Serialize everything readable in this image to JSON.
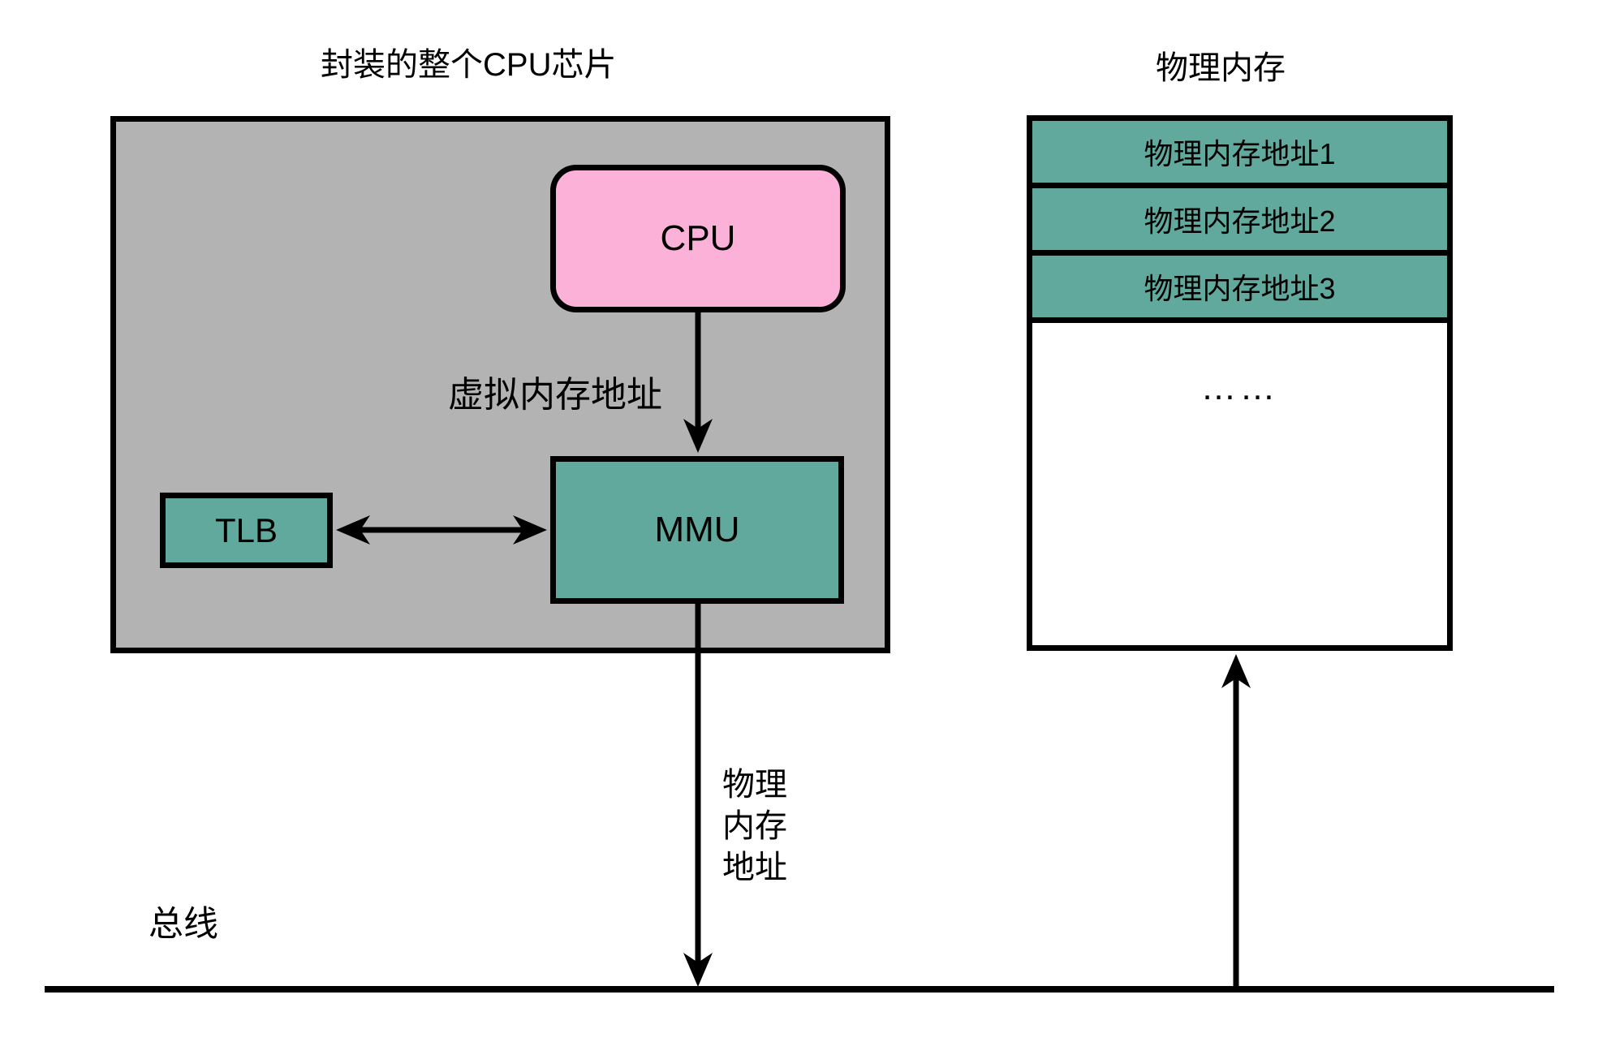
{
  "diagram": {
    "chip": {
      "title": "封装的整个CPU芯片",
      "cpu_label": "CPU",
      "mmu_label": "MMU",
      "tlb_label": "TLB",
      "virtual_address_label": "虚拟内存地址"
    },
    "memory": {
      "title": "物理内存",
      "rows": [
        "物理内存地址1",
        "物理内存地址2",
        "物理内存地址3"
      ],
      "ellipsis": "……"
    },
    "bus": {
      "label": "总线",
      "physical_address_label_lines": [
        "物理",
        "内存",
        "地址"
      ]
    },
    "colors": {
      "chip_background": "#b3b3b3",
      "block_teal": "#61a99d",
      "cpu_pink": "#fcb1d8",
      "line_black": "#000000",
      "page_background": "#ffffff"
    }
  }
}
